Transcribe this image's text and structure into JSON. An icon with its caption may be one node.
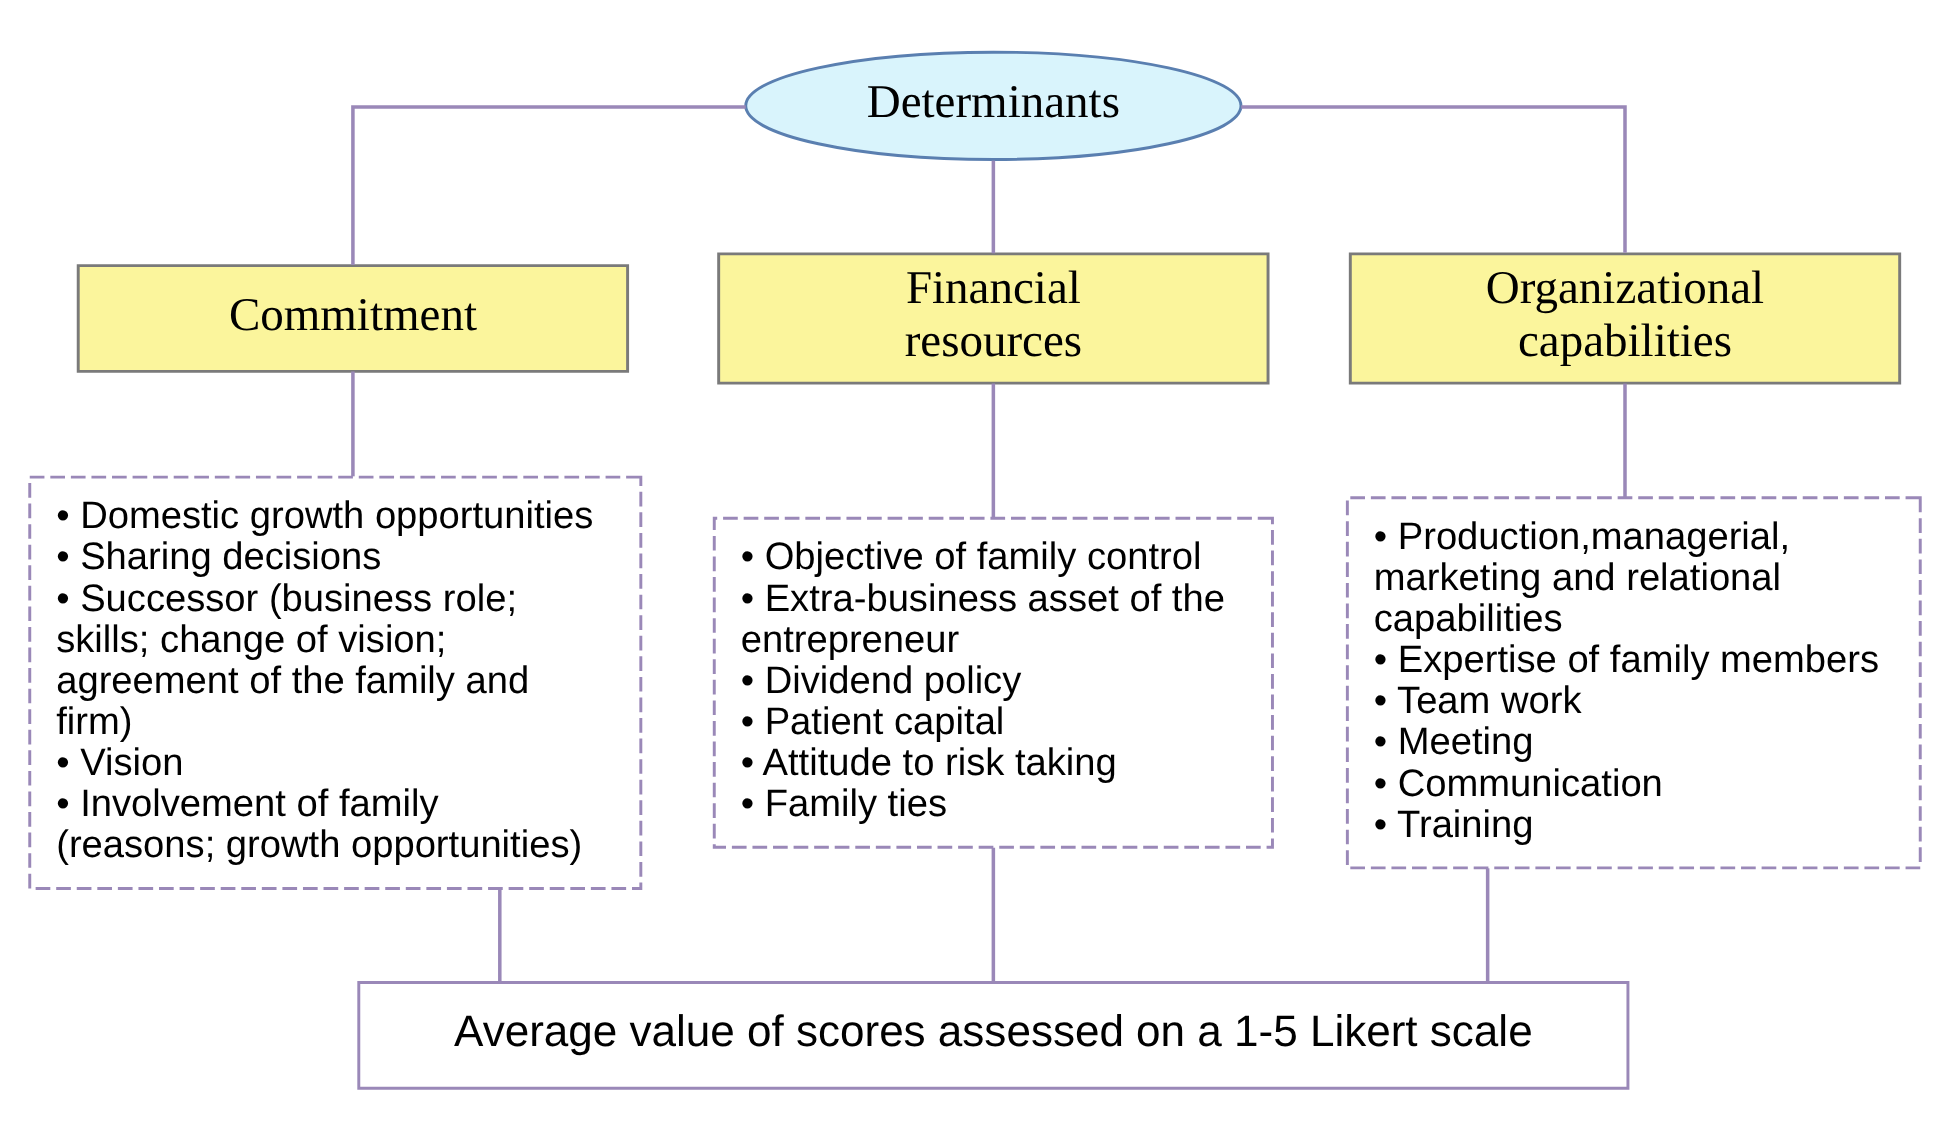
{
  "diagram": {
    "nodes": [
      {
        "text": [
          "Determinants"
        ]
      },
      {
        "text": [
          "Commitment"
        ]
      },
      {
        "text": [
          "Financial resources"
        ]
      },
      {
        "text": [
          "Organizational capabilities"
        ]
      },
      {
        "text": [
          "• Domestic growth opportunities",
          "• Sharing decisions",
          "• Successor (business role; skills; change of vision; agreement of the family and firm)",
          "• Vision",
          "• Involvement of family (reasons; growth opportunities)"
        ]
      },
      {
        "text": [
          "• Objective of family control",
          "• Extra-business asset of the entrepreneur",
          "• Dividend policy",
          "• Patient capital",
          "• Attitude to risk taking",
          "• Family ties"
        ]
      },
      {
        "text": [
          "• Production,managerial, marketing and relational capabilities",
          "• Expertise of family members",
          "• Team work",
          "• Meeting",
          "• Communication",
          "• Training"
        ]
      },
      {
        "text": [
          "Average value of scores assessed on a 1-5 Likert scale"
        ]
      }
    ],
    "edges": [
      {
        "from": 0,
        "to": 1,
        "arrow": "none"
      },
      {
        "from": 0,
        "to": 2,
        "arrow": "none"
      },
      {
        "from": 0,
        "to": 3,
        "arrow": "none"
      },
      {
        "from": 1,
        "to": 4,
        "arrow": "none"
      },
      {
        "from": 2,
        "to": 5,
        "arrow": "none"
      },
      {
        "from": 3,
        "to": 6,
        "arrow": "none"
      },
      {
        "from": 4,
        "to": 7,
        "arrow": "none"
      },
      {
        "from": 5,
        "to": 7,
        "arrow": "none"
      },
      {
        "from": 6,
        "to": 7,
        "arrow": "none"
      }
    ]
  }
}
